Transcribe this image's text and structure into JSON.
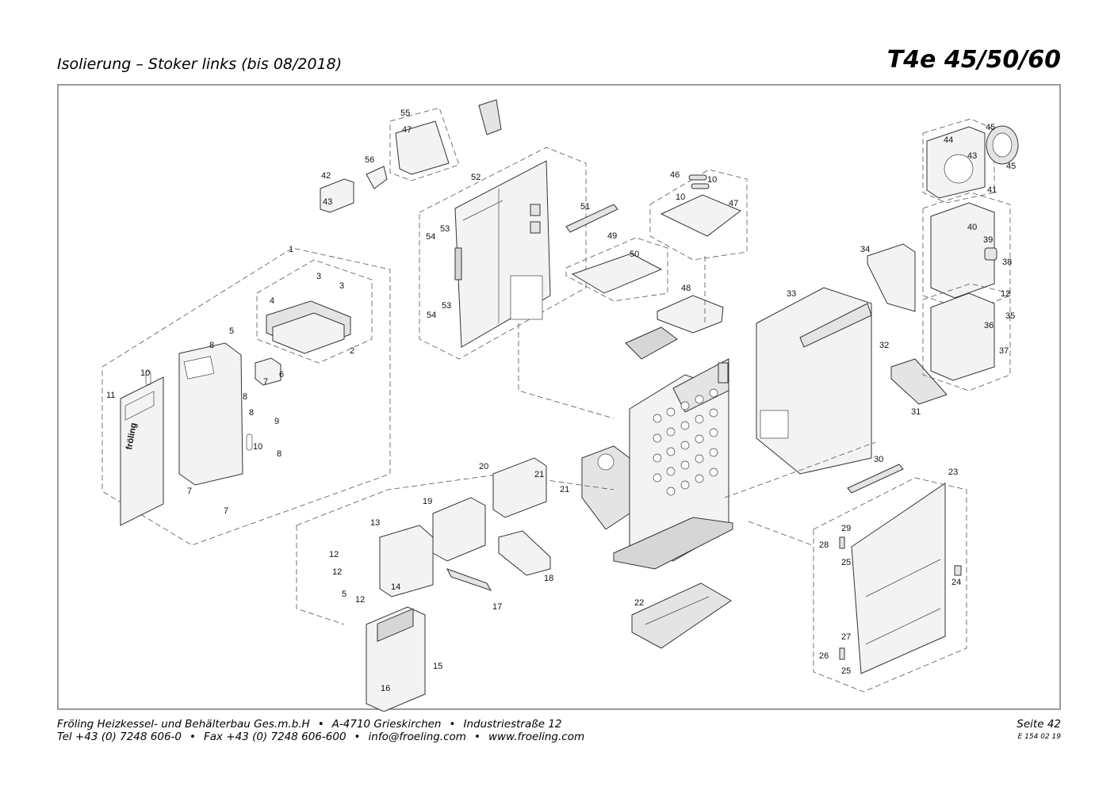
{
  "header": {
    "title": "Isolierung – Stoker links (bis 08/2018)",
    "model": "T4e 45/50/60"
  },
  "footer": {
    "line1": [
      "Fröling Heizkessel- und Behälterbau Ges.m.b.H",
      "A-4710 Grieskirchen",
      "Industriestraße 12"
    ],
    "line2": [
      "Tel +43 (0) 7248 606-0",
      "Fax +43 (0) 7248 606-600",
      "info@froeling.com",
      "www.froeling.com"
    ],
    "page": "Seite 42",
    "doc_number": "E 154 02 19"
  },
  "diagram": {
    "brand_label": "fröling",
    "callouts": [
      "1",
      "2",
      "3",
      "3",
      "4",
      "5",
      "6",
      "7",
      "7",
      "7",
      "8",
      "8",
      "8",
      "8",
      "9",
      "10",
      "10",
      "11",
      "42",
      "43",
      "55",
      "47",
      "56",
      "52",
      "53",
      "54",
      "53",
      "54",
      "51",
      "49",
      "50",
      "46",
      "10",
      "10",
      "47",
      "48",
      "33",
      "34",
      "32",
      "31",
      "45",
      "44",
      "43",
      "45",
      "41",
      "40",
      "39",
      "38",
      "12",
      "36",
      "35",
      "37",
      "20",
      "21",
      "21",
      "19",
      "13",
      "12",
      "12",
      "5",
      "12",
      "14",
      "17",
      "18",
      "15",
      "16",
      "22",
      "30",
      "23",
      "29",
      "28",
      "25",
      "24",
      "27",
      "26",
      "25"
    ]
  }
}
